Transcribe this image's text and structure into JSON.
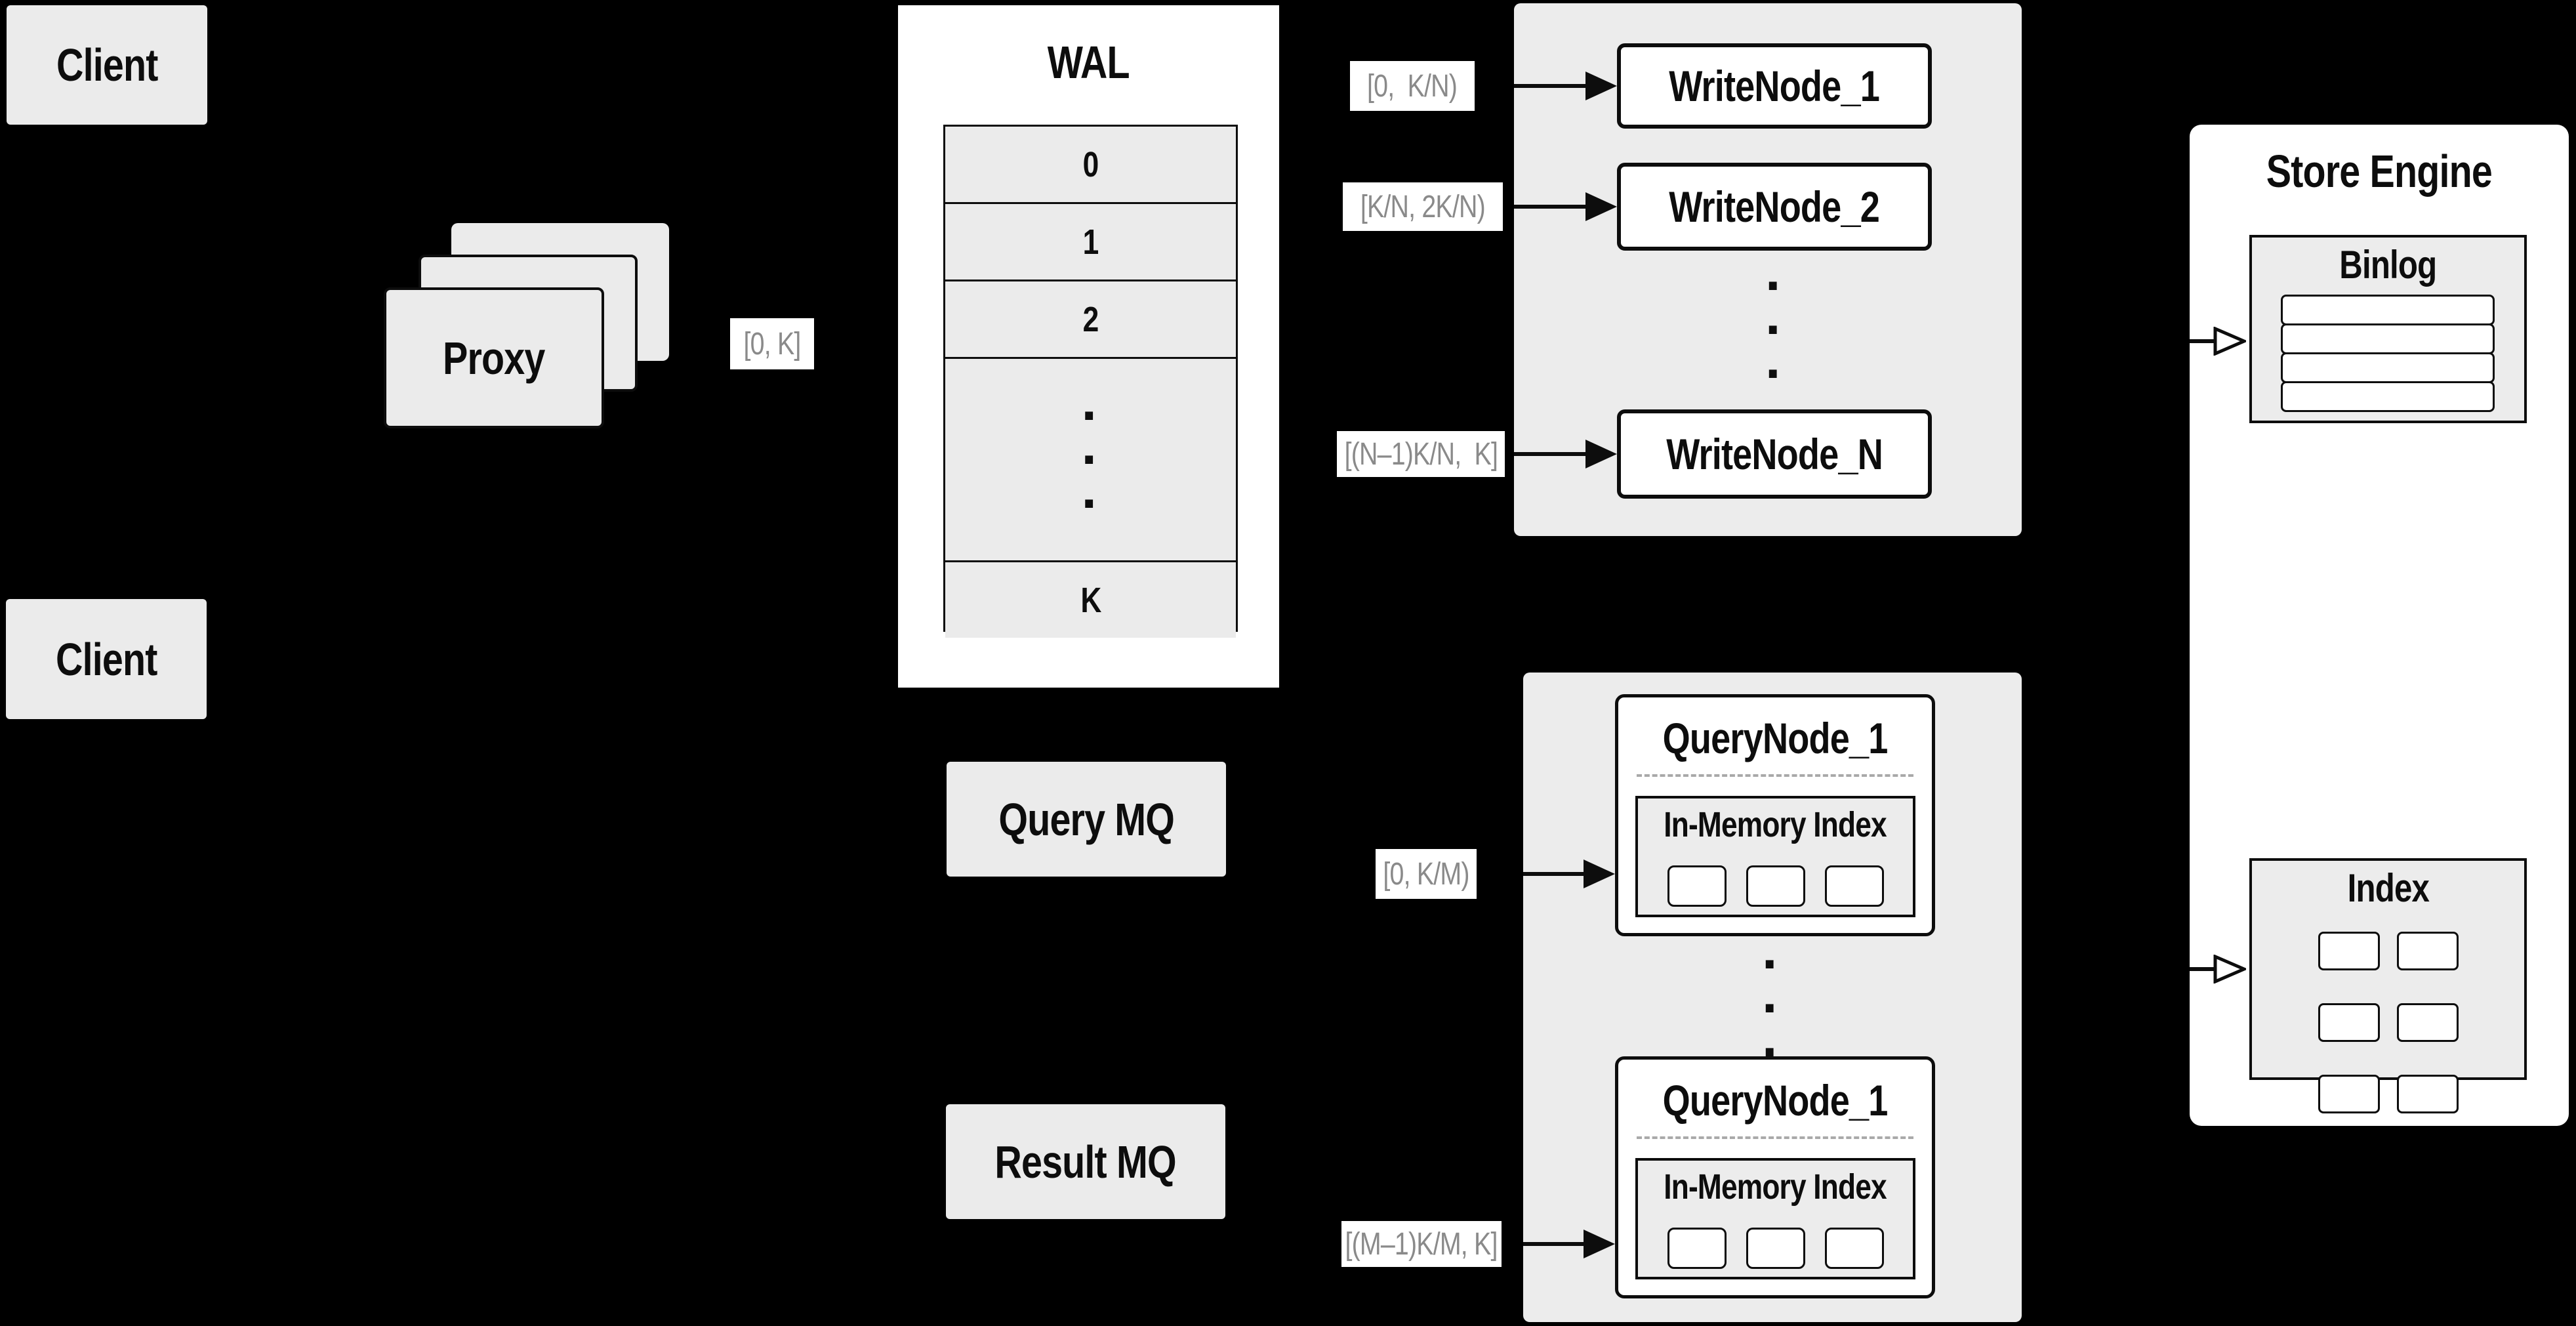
{
  "colors": {
    "background": "#000000",
    "panel_gray": "#ececec",
    "box_gray": "#ebebeb",
    "box_white": "#ffffff",
    "stroke_black": "#0d0d0d",
    "label_text_gray": "#8a8a8a",
    "divider_dash_gray": "#a9a9a9"
  },
  "clients": {
    "top": "Client",
    "bottom": "Client"
  },
  "proxy": {
    "label": "Proxy"
  },
  "edge_labels": {
    "proxy_out": "[0, K]",
    "write_1": "[0,  K/N)",
    "write_2": "[K/N, 2K/N)",
    "write_n": "[(N–1)K/N,  K]",
    "query_top": "[0, K/M)",
    "query_bottom": "[(M–1)K/M, K]"
  },
  "wal": {
    "title": "WAL",
    "segments": [
      "0",
      "1",
      "2",
      "K"
    ],
    "ellipsis": "···"
  },
  "write_section": {
    "node_1": "WriteNode_1",
    "node_2": "WriteNode_2",
    "node_n": "WriteNode_N",
    "ellipsis": "···"
  },
  "mq": {
    "query": "Query MQ",
    "result": "Result MQ"
  },
  "query_section": {
    "top": {
      "title": "QueryNode_1",
      "index_title": "In-Memory Index"
    },
    "bottom": {
      "title": "QueryNode_1",
      "index_title": "In-Memory Index"
    },
    "ellipsis": "···"
  },
  "store_engine": {
    "title": "Store Engine",
    "binlog_title": "Binlog",
    "index_title": "Index"
  }
}
